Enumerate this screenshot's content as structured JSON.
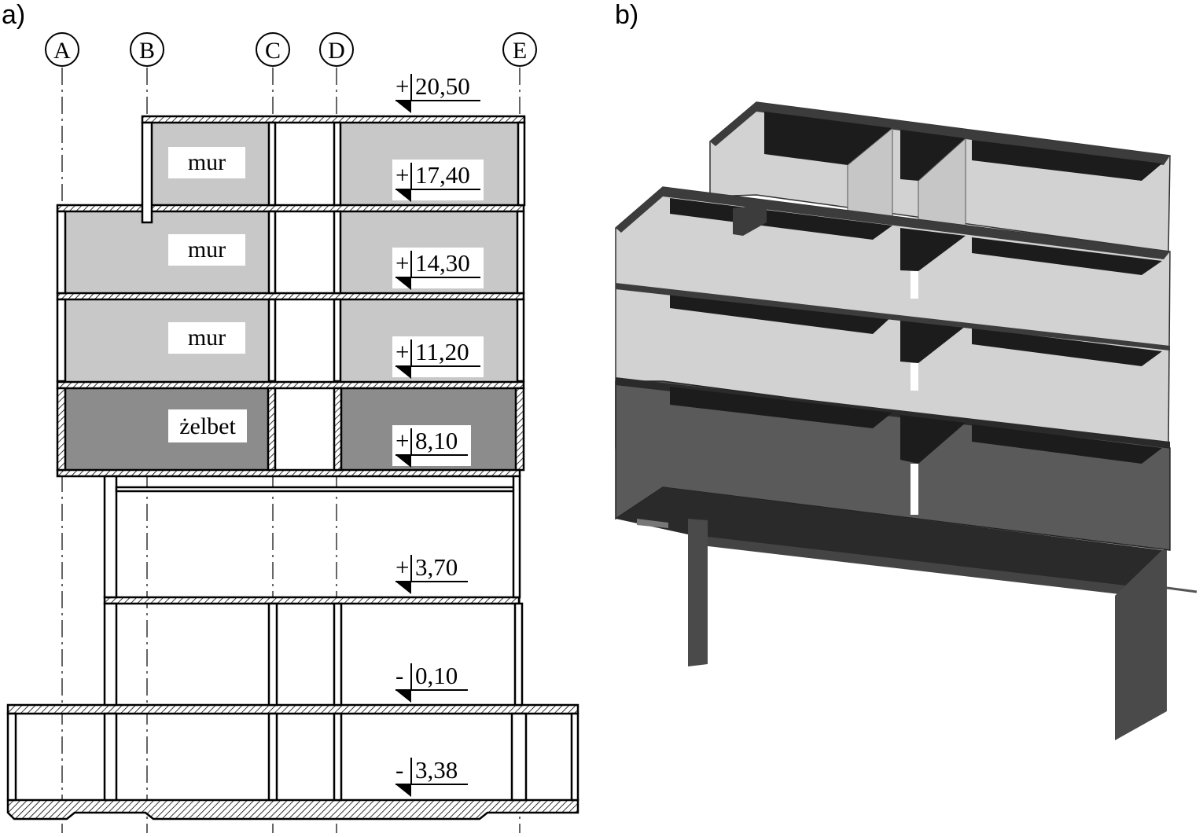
{
  "panels": {
    "a": "a)",
    "b": "b)"
  },
  "axes": [
    "A",
    "B",
    "C",
    "D",
    "E"
  ],
  "levels": [
    {
      "sign": "+",
      "value": "20,50"
    },
    {
      "sign": "+",
      "value": "17,40"
    },
    {
      "sign": "+",
      "value": "14,30"
    },
    {
      "sign": "+",
      "value": "11,20"
    },
    {
      "sign": "+",
      "value": "8,10"
    },
    {
      "sign": "+",
      "value": "3,70"
    },
    {
      "sign": "-",
      "value": "0,10"
    },
    {
      "sign": "-",
      "value": "3,38"
    }
  ],
  "materials": [
    "mur",
    "mur",
    "mur",
    "żelbet"
  ],
  "colors": {
    "masonry_fill": "#c8c8c8",
    "concrete_fill": "#8c8c8c",
    "model_light": "#d2d2d2",
    "model_dark": "#5a5a5a",
    "model_black": "#1c1c1c"
  }
}
